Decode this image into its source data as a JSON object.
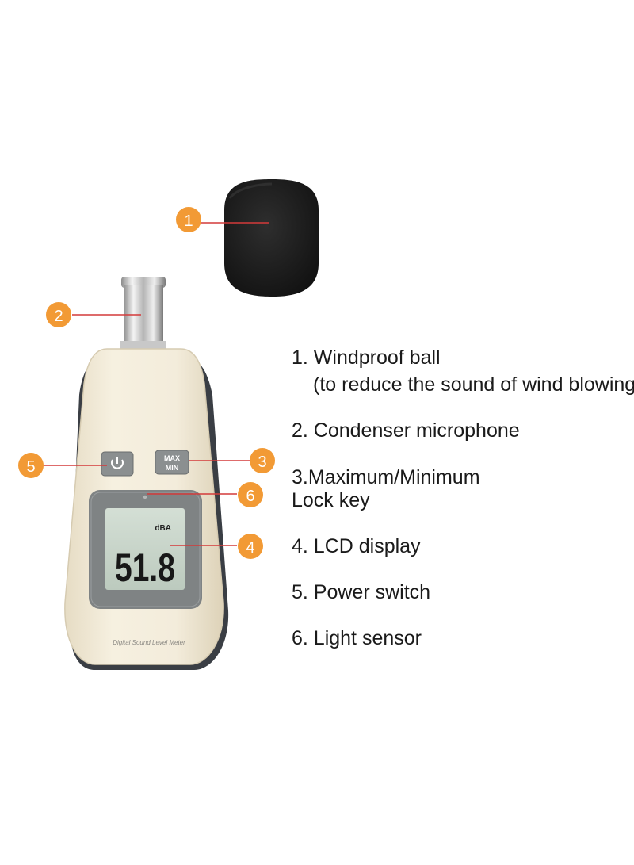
{
  "device": {
    "model_label": "Digital Sound Level Meter",
    "lcd": {
      "unit": "dBA",
      "reading": "51.8"
    },
    "power_button_icon": "power-icon",
    "maxmin_button": {
      "line1": "MAX",
      "line2": "MIN"
    }
  },
  "callouts": [
    {
      "number": "1",
      "target": "windproof-ball"
    },
    {
      "number": "2",
      "target": "condenser-microphone"
    },
    {
      "number": "3",
      "target": "max-min-key"
    },
    {
      "number": "4",
      "target": "lcd-display"
    },
    {
      "number": "5",
      "target": "power-switch"
    },
    {
      "number": "6",
      "target": "light-sensor"
    }
  ],
  "legend": {
    "item1_line1": "1. Windproof ball",
    "item1_line2": "(to reduce the sound of wind blowing)",
    "item2": "2. Condenser microphone",
    "item3_line1": "3.Maximum/Minimum",
    "item3_line2": "Lock key",
    "item4": "4. LCD display",
    "item5": "5. Power switch",
    "item6": "6. Light sensor"
  },
  "colors": {
    "callout_orange": "#f29a35",
    "leader_red": "#d43a3a",
    "body_cream": "#f1ead8",
    "bezel_grey": "#7f8384",
    "lcd_green": "#c9d6cc",
    "foam_black": "#1b1b1b"
  }
}
